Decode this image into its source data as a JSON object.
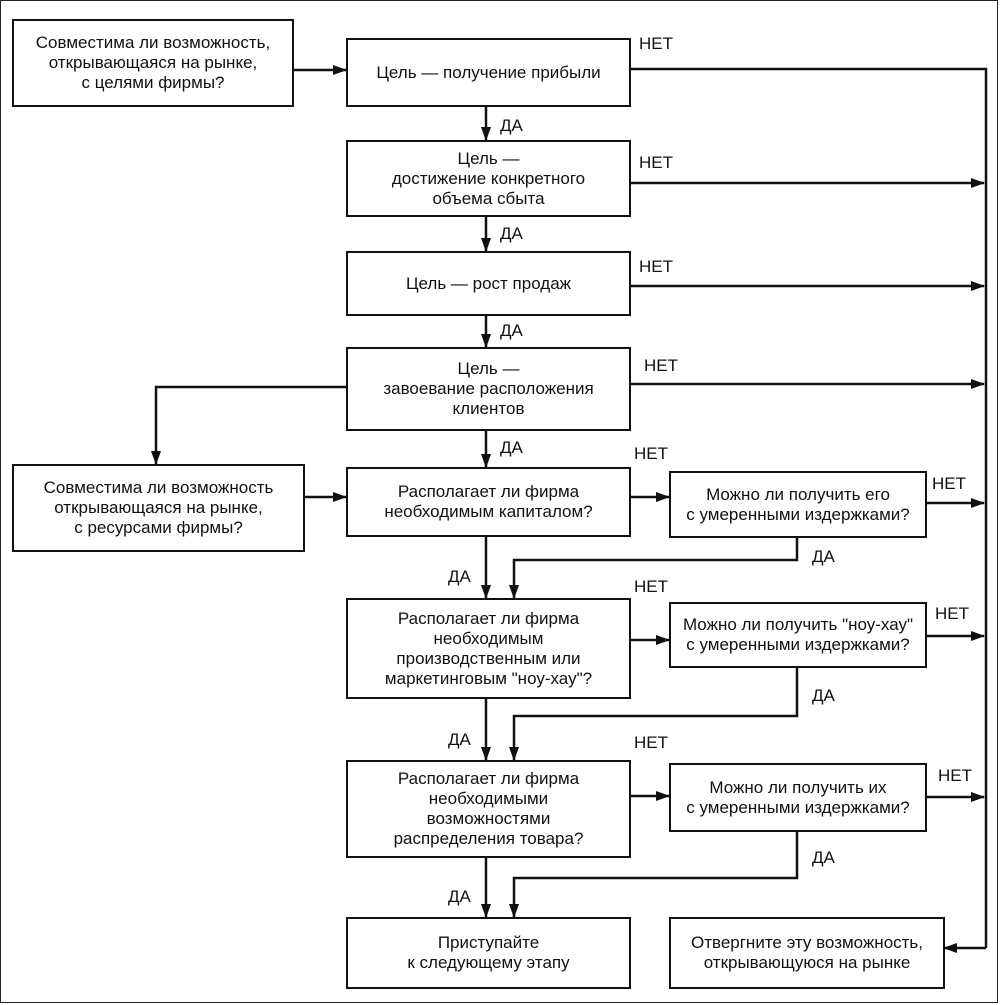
{
  "boxes": {
    "market_goals": "Совместима ли возможность,\nоткрывающаяся на рынке,\nс целями фирмы?",
    "goal_profit": "Цель — получение прибыли",
    "goal_volume": "Цель —\nдостижение конкретного\nобъема сбыта",
    "goal_growth": "Цель — рост продаж",
    "goal_clients": "Цель —\nзавоевание расположения\nклиентов",
    "market_resources": "Совместима ли возможность\nоткрывающаяся на рынке,\nс ресурсами фирмы?",
    "capital": "Располагает ли фирма\nнеобходимым капиталом?",
    "capital_alt": "Можно ли получить его\nс умеренными издержками?",
    "knowhow": "Располагает ли фирма\nнеобходимым\nпроизводственным или\nмаркетинговым \"ноу-хау\"?",
    "knowhow_alt": "Можно ли получить \"ноу-хау\"\nс умеренными издержками?",
    "distribution": "Располагает ли фирма\nнеобходимыми\nвозможностями\nраспределения товара?",
    "distribution_alt": "Можно ли получить их\nс умеренными издержками?",
    "proceed": "Приступайте\nк следующему этапу",
    "reject": "Отвергните эту возможность,\nоткрывающуюся на рынке"
  },
  "labels": {
    "yes": "ДА",
    "no": "НЕТ"
  }
}
